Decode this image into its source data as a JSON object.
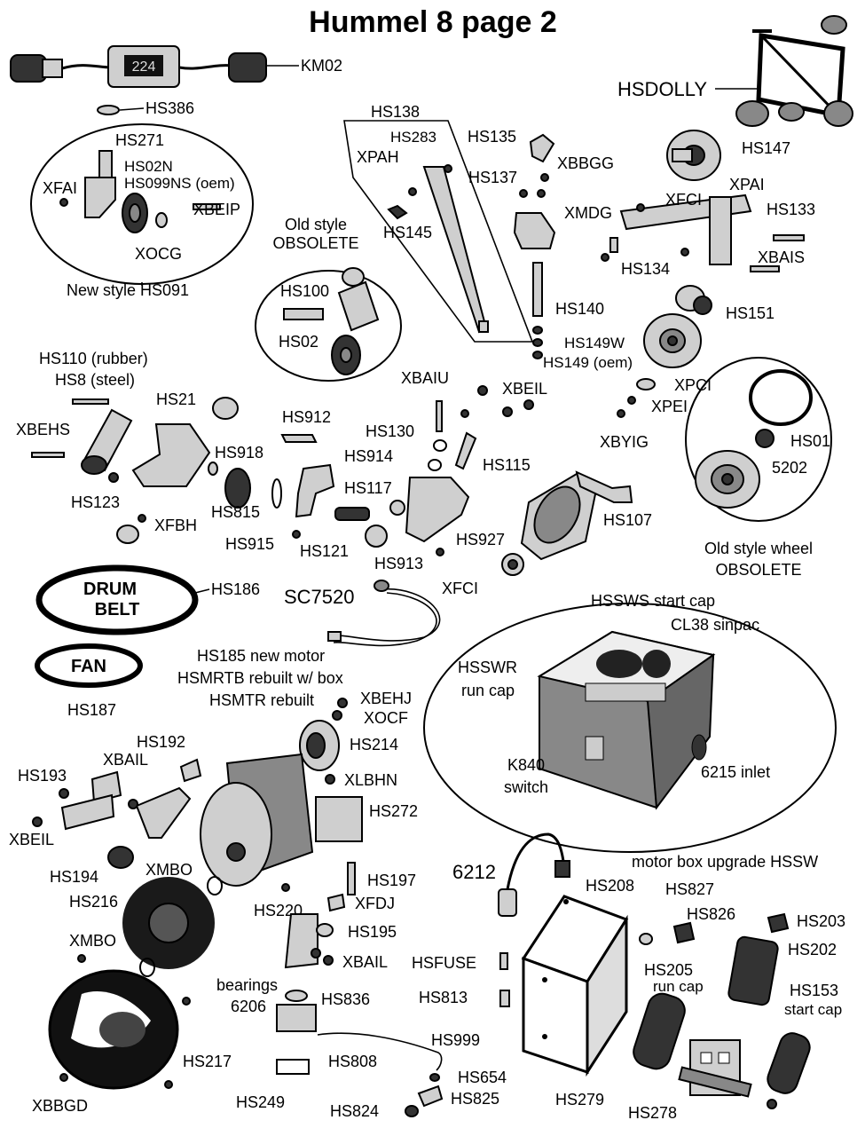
{
  "title": "Hummel 8 page 2",
  "labels": {
    "KM02": "KM02",
    "meter_readout": "224",
    "HS386": "HS386",
    "HSDOLLY": "HSDOLLY",
    "HS271": "HS271",
    "HS02N": "HS02N",
    "HS099NS": "HS099NS (oem)",
    "XFAI": "XFAI",
    "XBEIP": "XBEIP",
    "XOCG": "XOCG",
    "new_style": "New style HS091",
    "HS138": "HS138",
    "HS283": "HS283",
    "XPAH": "XPAH",
    "HS145": "HS145",
    "HS135": "HS135",
    "XBBGG": "XBBGG",
    "HS137": "HS137",
    "HS147": "HS147",
    "XFCI_top": "XFCI",
    "XPAI": "XPAI",
    "XMDG": "XMDG",
    "HS133": "HS133",
    "HS134": "HS134",
    "XBAIS": "XBAIS",
    "old_style_1": "Old style",
    "old_style_2": "OBSOLETE",
    "HS100": "HS100",
    "HS02": "HS02",
    "HS140": "HS140",
    "HS151": "HS151",
    "HS149W": "HS149W",
    "HS149": "HS149 (oem)",
    "XPCI": "XPCI",
    "XPEI": "XPEI",
    "XBYIG": "XBYIG",
    "HS01": "HS01",
    "n5202": "5202",
    "old_wheel_1": "Old style wheel",
    "old_wheel_2": "OBSOLETE",
    "HS110": "HS110 (rubber)",
    "HS8": "HS8 (steel)",
    "XBEHS": "XBEHS",
    "HS21": "HS21",
    "HS123": "HS123",
    "XFBH": "XFBH",
    "HS918": "HS918",
    "HS815": "HS815",
    "HS912": "HS912",
    "HS914": "HS914",
    "HS915": "HS915",
    "HS121": "HS121",
    "XBAIU": "XBAIU",
    "XBEIL_top": "XBEIL",
    "HS130": "HS130",
    "HS115": "HS115",
    "HS117": "HS117",
    "HS927": "HS927",
    "HS913": "HS913",
    "XFCI_mid": "XFCI",
    "HS107": "HS107",
    "drum_belt_1": "DRUM",
    "drum_belt_2": "BELT",
    "HS186": "HS186",
    "SC7520": "SC7520",
    "fan_belt": "FAN",
    "HS187": "HS187",
    "HS185": "HS185 new motor",
    "HSMRTB": "HSMRTB rebuilt w/ box",
    "HSMTR": "HSMTR rebuilt",
    "XBEHJ": "XBEHJ",
    "XOCF": "XOCF",
    "HS214": "HS214",
    "XLBHN": "XLBHN",
    "HS272": "HS272",
    "HS192": "HS192",
    "XBAIL_left": "XBAIL",
    "HS193": "HS193",
    "XBEIL_left": "XBEIL",
    "HS194": "HS194",
    "XMBO_1": "XMBO",
    "HS216": "HS216",
    "XMBO_2": "XMBO",
    "HS220": "HS220",
    "bearings_1": "bearings",
    "bearings_2": "6206",
    "HS197": "HS197",
    "XFDJ": "XFDJ",
    "HS195": "HS195",
    "XBAIL_right": "XBAIL",
    "HS217": "HS217",
    "XBBGD": "XBBGD",
    "HSSWS": "HSSWS start cap",
    "CL38": "CL38 sinpac",
    "HSSWR_1": "HSSWR",
    "HSSWR_2": "run cap",
    "K840_1": "K840",
    "K840_2": "switch",
    "inlet6215": "6215 inlet",
    "motor_box": "motor box upgrade HSSW",
    "n6212": "6212",
    "HS208": "HS208",
    "HS827": "HS827",
    "HS826": "HS826",
    "HS203": "HS203",
    "HS202": "HS202",
    "HSFUSE": "HSFUSE",
    "HS205_1": "HS205",
    "HS205_2": "run cap",
    "HS153_1": "HS153",
    "HS153_2": "start cap",
    "HS813": "HS813",
    "HS836": "HS836",
    "HS999": "HS999",
    "HS808": "HS808",
    "HS249": "HS249",
    "HS654": "HS654",
    "HS825": "HS825",
    "HS824": "HS824",
    "HS279": "HS279",
    "HS278": "HS278"
  }
}
